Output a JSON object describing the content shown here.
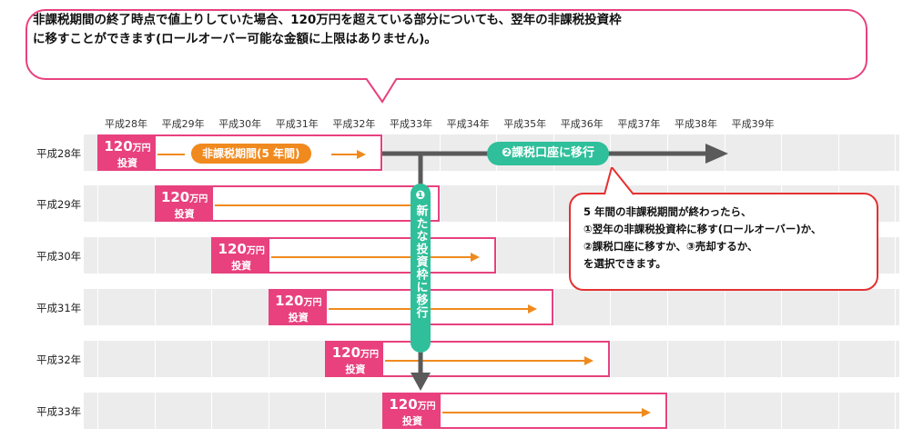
{
  "callout_top": {
    "text": "非課税期間の終了時点で値上りしていた場合、120万円を超えている部分についても、翌年の非課税投資枠\nに移すことができます(ロールオーバー可能な金額に上限はありません)。"
  },
  "years": [
    "平成28年",
    "平成29年",
    "平成30年",
    "平成31年",
    "平成32年",
    "平成33年",
    "平成34年",
    "平成35年",
    "平成36年",
    "平成37年",
    "平成38年",
    "平成39年"
  ],
  "rows": [
    {
      "label": "平成28年",
      "start_year_index": 0
    },
    {
      "label": "平成29年",
      "start_year_index": 1
    },
    {
      "label": "平成30年",
      "start_year_index": 2
    },
    {
      "label": "平成31年",
      "start_year_index": 3
    },
    {
      "label": "平成32年",
      "start_year_index": 4
    },
    {
      "label": "平成33年",
      "start_year_index": 5
    }
  ],
  "investment": {
    "amount": "120",
    "unit": "万円",
    "sub": "投資"
  },
  "tax_free_period_label": "非課税期間(5 年間)",
  "move_to_taxable": "❷課税口座に移行",
  "new_allowance": {
    "num": "❶",
    "text": "新たな投資枠に移行"
  },
  "callout_right": {
    "text": "5 年間の非課税期間が終わったら、\n①翌年の非課税投資枠に移す(ロールオーバー)か、\n②課税口座に移すか、③売却するか、\nを選択できます。"
  },
  "colors": {
    "pink": "#e8417e",
    "orange": "#f08a1e",
    "green": "#2fbf9a",
    "gray_arrow": "#5a5a5a",
    "band": "#ececec",
    "red_border": "#e53030"
  }
}
